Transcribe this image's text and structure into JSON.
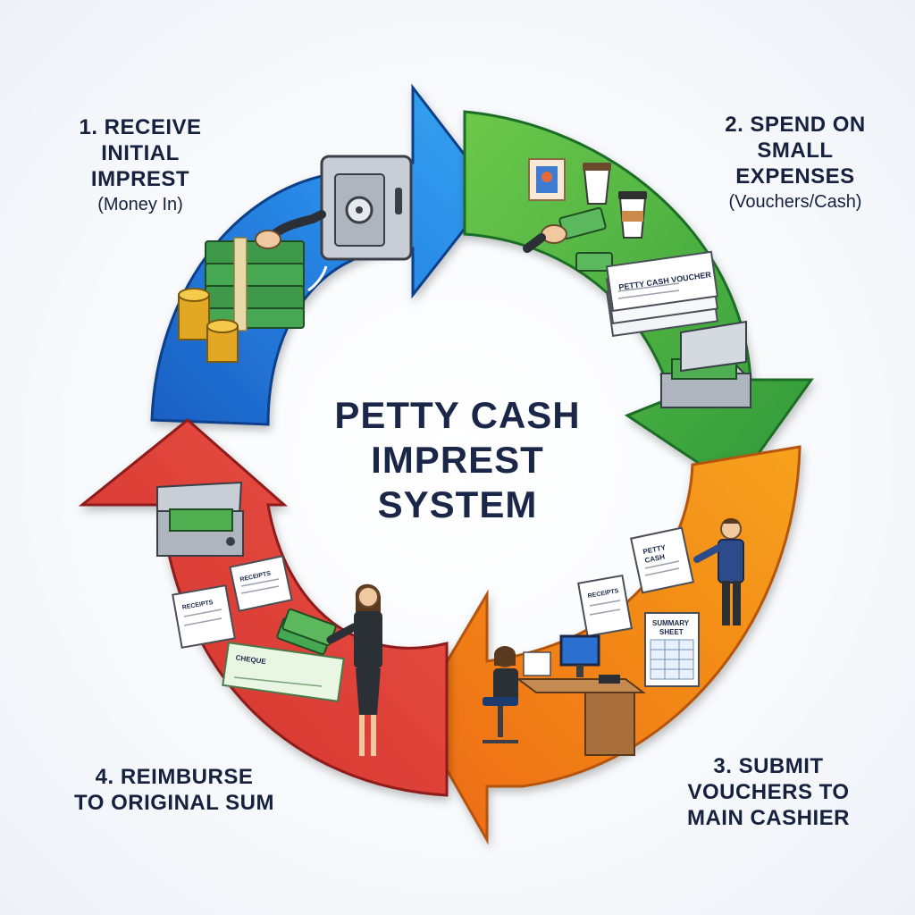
{
  "center_title": {
    "line1": "PETTY CASH",
    "line2": "IMPREST",
    "line3": "SYSTEM"
  },
  "steps": [
    {
      "line1": "1. RECEIVE",
      "line2": "INITIAL",
      "line3": "IMPREST",
      "sub": "(Money In)",
      "color": "#1f7fd8"
    },
    {
      "line1": "2. SPEND ON",
      "line2": "SMALL",
      "line3": "EXPENSES",
      "sub": "(Vouchers/Cash)",
      "color": "#4cb84a"
    },
    {
      "line1": "3. SUBMIT",
      "line2": "VOUCHERS TO",
      "line3": "MAIN CASHIER",
      "color": "#f28a12"
    },
    {
      "line1": "4. REIMBURSE",
      "line2": "TO ORIGINAL SUM",
      "color": "#e0423a"
    }
  ],
  "illustration_text": {
    "voucher": "PETTY CASH VOUCHER",
    "petty_cash_doc_1": "PETTY",
    "petty_cash_doc_2": "CASH",
    "receipts_a": "RECEIPTS",
    "receipts_b": "RECEIPTS",
    "receipts_c": "RECEIPTS",
    "summary_1": "SUMMARY",
    "summary_2": "SHEET",
    "cheque": "CHEQUE"
  }
}
